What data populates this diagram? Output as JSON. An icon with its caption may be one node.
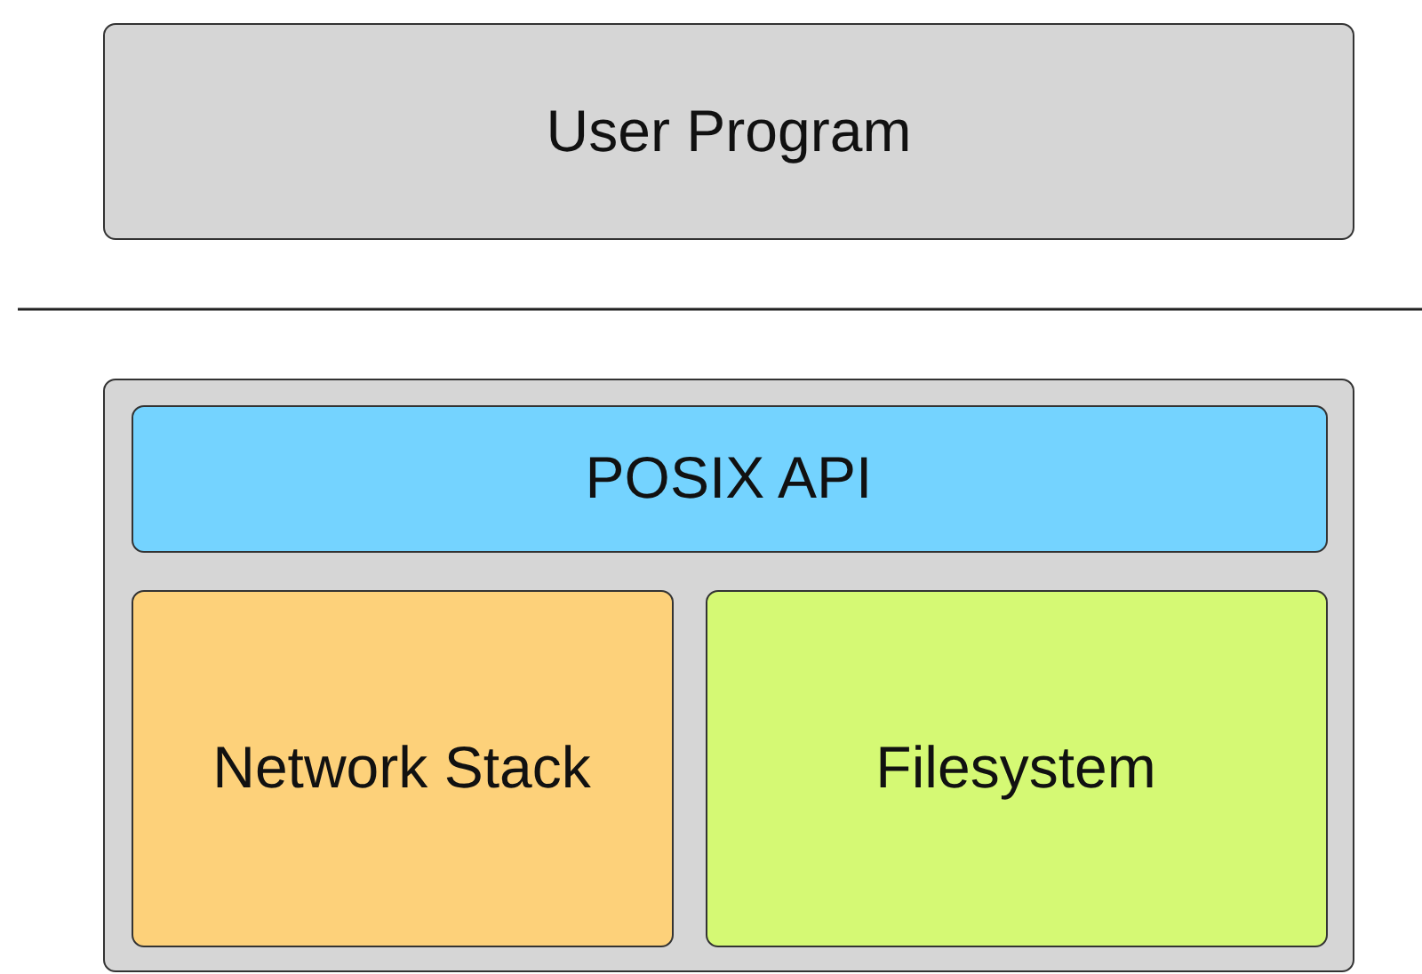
{
  "diagram": {
    "nodes": [
      {
        "text": [
          "User Program"
        ]
      },
      {
        "text": [],
        "shape": "box"
      },
      {
        "text": [
          "POSIX API"
        ],
        "in": 1
      },
      {
        "text": [
          "Network Stack"
        ],
        "in": 1
      },
      {
        "text": [
          "Filesystem"
        ],
        "in": 1
      }
    ]
  }
}
